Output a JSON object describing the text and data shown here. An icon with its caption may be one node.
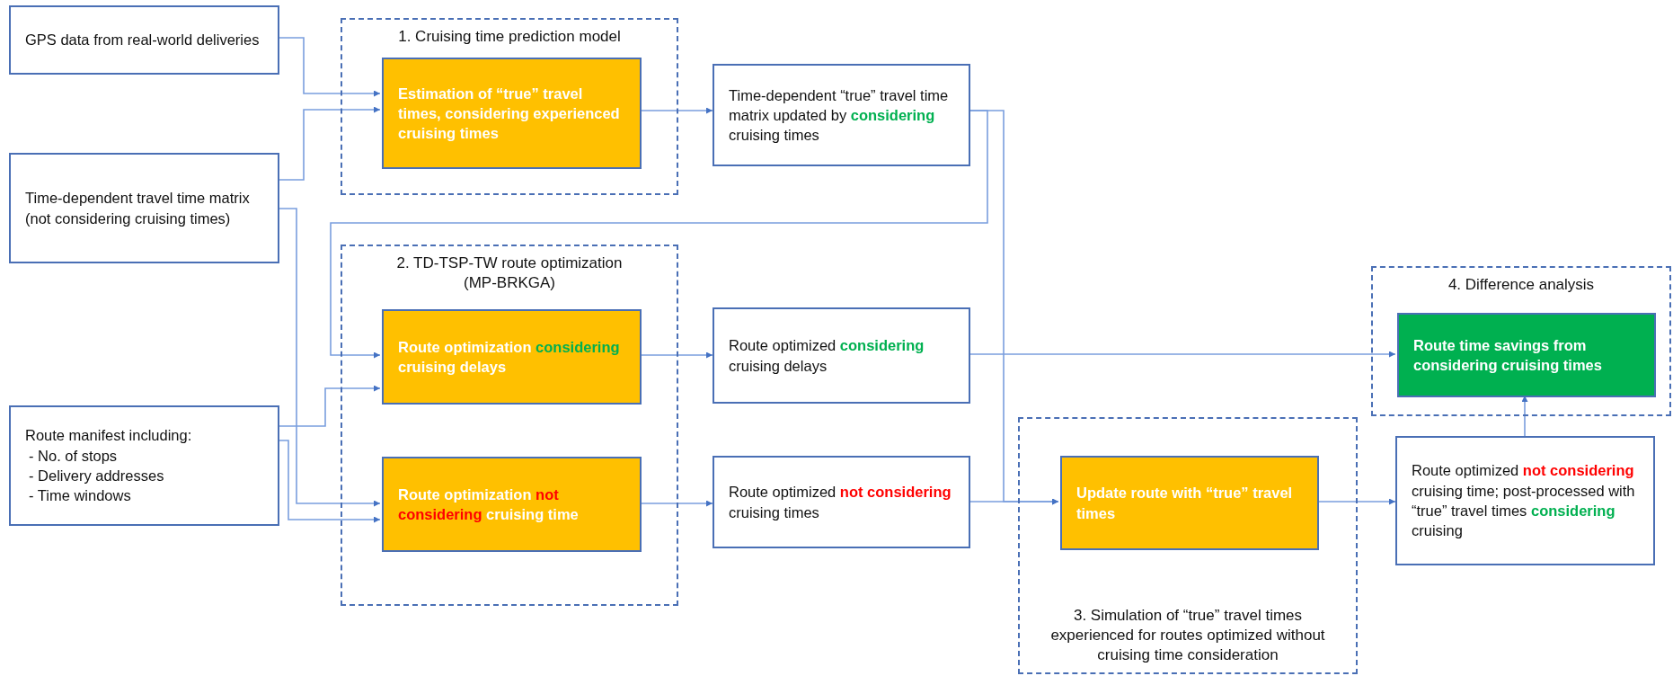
{
  "diagram": {
    "nodes": [
      {
        "text": [
          "GPS data from real-world deliveries"
        ]
      },
      {
        "text": [
          "1. Cruising time prediction model"
        ]
      },
      {
        "text": [
          "Estimation of “true” travel times, considering experienced cruising times"
        ],
        "in": 1
      },
      {
        "text": [
          "Time-dependent “true” travel time matrix updated by **considering** cruising times"
        ]
      },
      {
        "text": [
          "Time-dependent travel time matrix (not considering cruising times)"
        ]
      },
      {
        "text": [
          "2. TD-TSP-TW route optimization (MP-BRKGA)"
        ]
      },
      {
        "text": [
          "Route optimization **considering** cruising delays"
        ],
        "in": 5
      },
      {
        "text": [
          "Route manifest including:",
          "- No. of stops",
          "- Delivery addresses",
          "- Time windows"
        ]
      },
      {
        "text": [
          "Route optimization **not considering** cruising time"
        ],
        "in": 5
      },
      {
        "text": [
          "Route optimized **considering** cruising delays"
        ]
      },
      {
        "text": [
          "Route optimized **not considering** cruising times"
        ]
      },
      {
        "text": [
          "4. Difference analysis"
        ]
      },
      {
        "text": [
          "Route time savings from considering cruising times"
        ],
        "in": 11
      },
      {
        "text": [
          "3. Simulation of “true” travel times experienced for routes optimized without cruising time consideration"
        ]
      },
      {
        "text": [
          "Update route with “true” travel times"
        ],
        "in": 13
      },
      {
        "text": [
          "Route optimized **not considering** cruising time; post-processed with “true” travel times **considering** cruising"
        ]
      }
    ],
    "edges": [
      {
        "from": 0,
        "to": 2,
        "arrow": "to"
      },
      {
        "from": 4,
        "to": 2,
        "arrow": "to"
      },
      {
        "from": 4,
        "to": 8,
        "arrow": "to"
      },
      {
        "from": 7,
        "to": 6,
        "arrow": "to"
      },
      {
        "from": 7,
        "to": 8,
        "arrow": "to"
      },
      {
        "from": 2,
        "to": 3,
        "arrow": "to"
      },
      {
        "from": 3,
        "to": 6,
        "arrow": "to"
      },
      {
        "from": 3,
        "to": 14,
        "arrow": "to"
      },
      {
        "from": 6,
        "to": 9,
        "arrow": "to"
      },
      {
        "from": 8,
        "to": 10,
        "arrow": "to"
      },
      {
        "from": 10,
        "to": 14,
        "arrow": "to"
      },
      {
        "from": 9,
        "to": 12,
        "arrow": "to"
      },
      {
        "from": 14,
        "to": 15,
        "arrow": "to"
      },
      {
        "from": 15,
        "to": 12,
        "arrow": "to"
      }
    ]
  }
}
